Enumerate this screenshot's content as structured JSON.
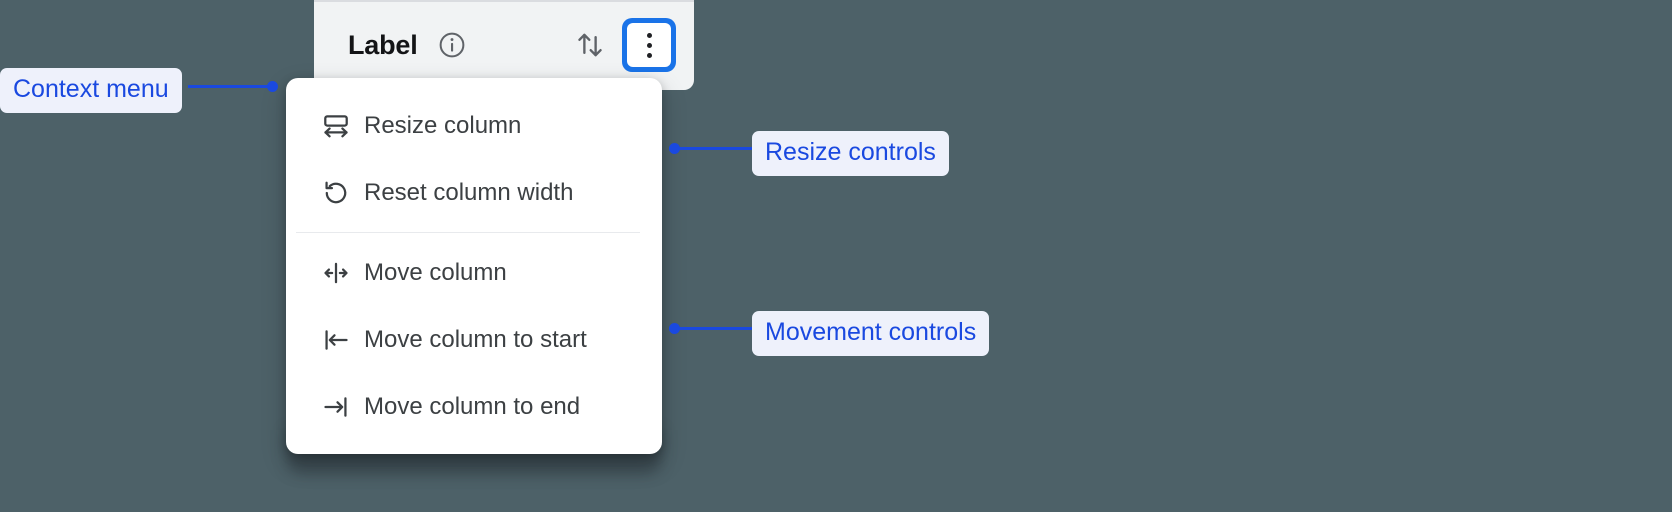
{
  "background_color": "#4d6168",
  "accent_color": "#1a73e8",
  "annotation_color": "#1a49e0",
  "annotation_pill_bg": "#eef1fb",
  "column_header": {
    "title": "Label",
    "info_icon": "info-circle-icon",
    "sort_icon": "sort-up-down-icon",
    "menu_icon": "kebab-menu-icon",
    "card_bg": "#f1f3f4",
    "focus_ring_color": "#1a73e8"
  },
  "context_menu": {
    "groups": [
      {
        "name": "resize",
        "items": [
          {
            "label": "Resize column",
            "icon": "resize-column-icon"
          },
          {
            "label": "Reset column width",
            "icon": "reset-width-icon"
          }
        ]
      },
      {
        "name": "movement",
        "items": [
          {
            "label": "Move column",
            "icon": "move-column-icon"
          },
          {
            "label": "Move column to start",
            "icon": "move-to-start-icon"
          },
          {
            "label": "Move column to end",
            "icon": "move-to-end-icon"
          }
        ]
      }
    ]
  },
  "annotations": [
    {
      "id": "context-menu",
      "label": "Context menu"
    },
    {
      "id": "resize-controls",
      "label": "Resize controls"
    },
    {
      "id": "movement-controls",
      "label": "Movement controls"
    }
  ]
}
